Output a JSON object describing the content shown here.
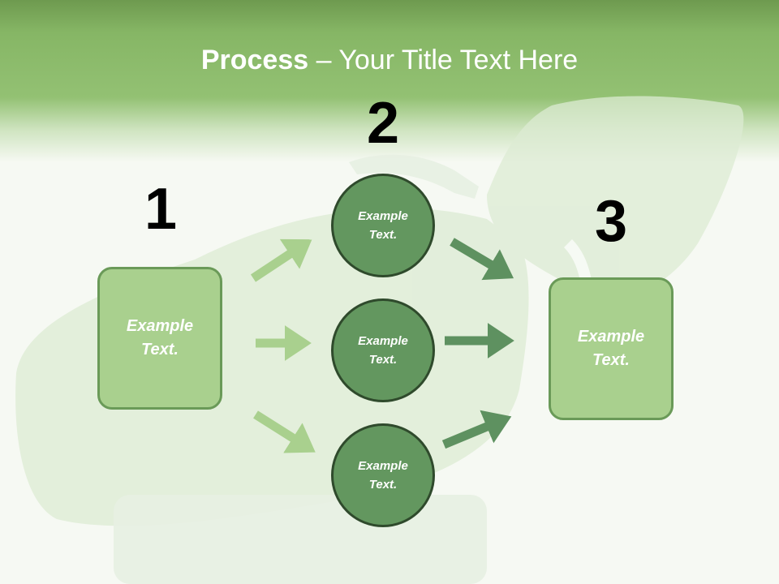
{
  "title": {
    "bold": "Process",
    "rest": " – Your Title Text Here"
  },
  "steps": {
    "step1": {
      "number": "1",
      "box_text": "Example Text."
    },
    "step2": {
      "number": "2",
      "circles": [
        {
          "text": "Example Text."
        },
        {
          "text": "Example Text."
        },
        {
          "text": "Example Text."
        }
      ]
    },
    "step3": {
      "number": "3",
      "box_text": "Example Text."
    }
  },
  "colors": {
    "header_green": "#93c173",
    "box_fill": "#a9d08e",
    "box_border": "#6a9a58",
    "circle_fill": "#63975f",
    "circle_border": "#2f4a2c",
    "arrow_light": "#a9d08e",
    "arrow_dark": "#5e9160"
  }
}
